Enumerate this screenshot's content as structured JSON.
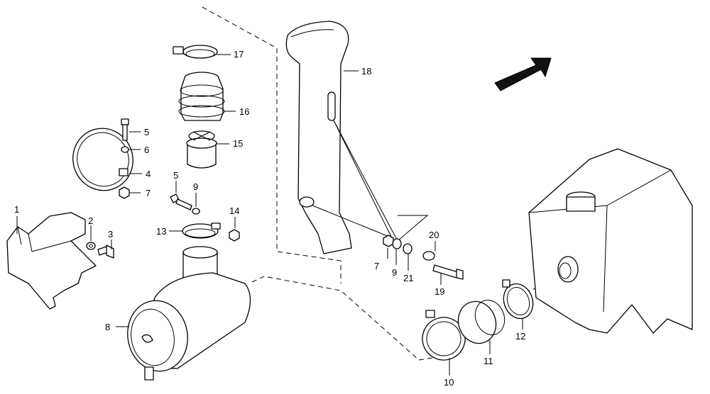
{
  "labels": {
    "l1": "1",
    "l2": "2",
    "l3": "3",
    "l4": "4",
    "l5a": "5",
    "l5b": "5",
    "l6": "6",
    "l7a": "7",
    "l7b": "7",
    "l8": "8",
    "l9a": "9",
    "l9b": "9",
    "l10": "10",
    "l11": "11",
    "l12": "12",
    "l13": "13",
    "l14": "14",
    "l15": "15",
    "l16": "16",
    "l17": "17",
    "l18": "18",
    "l19": "19",
    "l20": "20",
    "l21": "21"
  },
  "icons": {
    "direction": "direction-arrow-icon"
  }
}
